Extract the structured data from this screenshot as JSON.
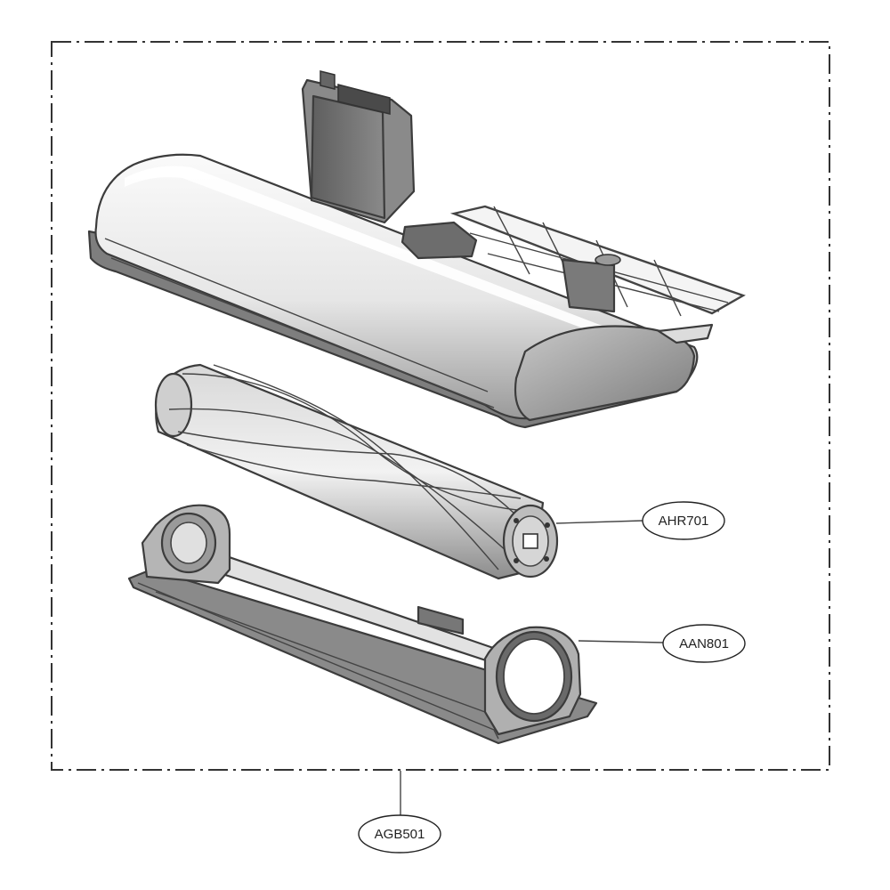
{
  "callouts": {
    "brush_roll": "AHR701",
    "brush_cover": "AAN801",
    "assembly": "AGB501"
  }
}
